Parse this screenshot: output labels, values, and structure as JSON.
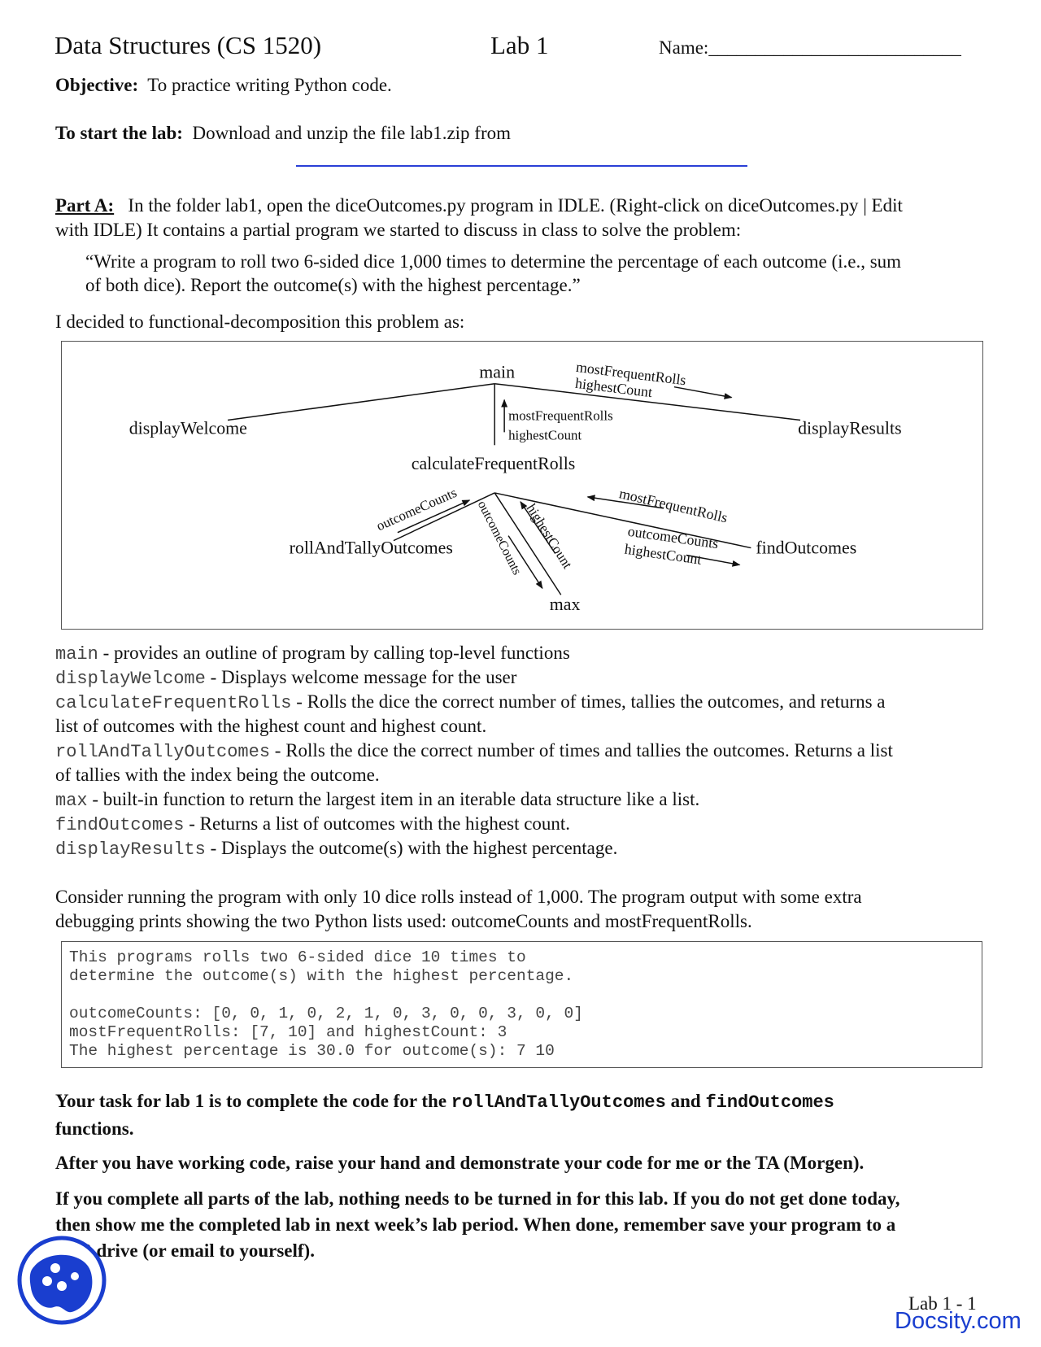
{
  "header": {
    "course": "Data Structures (CS 1520)",
    "lab": "Lab 1",
    "name_label": "Name:",
    "name_blank": "___________________________"
  },
  "objective": {
    "label": "Objective:",
    "text": "To practice writing Python code."
  },
  "start": {
    "label": "To start the lab:",
    "text": "Download and unzip the file lab1.zip from"
  },
  "part_a": {
    "label": "Part A:",
    "line1": "In the folder lab1, open the diceOutcomes.py program in IDLE.   (Right-click on diceOutcomes.py | Edit",
    "line2": "with IDLE)   It contains a partial program we started to discuss in class to solve the problem:",
    "quote1": "“Write a program to roll two 6-sided dice 1,000 times to determine the percentage of each outcome (i.e., sum",
    "quote2": "of both dice).  Report the outcome(s) with the highest percentage.”",
    "decomp": "I decided to functional-decomposition this problem as:"
  },
  "diagram": {
    "main": "main",
    "displayWelcome": "displayWelcome",
    "displayResults": "displayResults",
    "calculateFrequentRolls": "calculateFrequentRolls",
    "rollAndTallyOutcomes": "rollAndTallyOutcomes",
    "findOutcomes": "findOutcomes",
    "max": "max",
    "mfr_top": "mostFrequentRolls",
    "hc_top": "highestCount",
    "mfr_mid": "mostFrequentRolls",
    "hc_mid": "highestCount",
    "oc_left": "outcomeCounts",
    "oc_max": "outcomeCounts",
    "hc_max": "highestCount",
    "mfr_right": "mostFrequentRolls",
    "oc_right": "outcomeCounts",
    "hc_right": "highestCount"
  },
  "descriptions": [
    {
      "code": "main",
      "text": " - provides an outline of program by calling top-level functions"
    },
    {
      "code": "displayWelcome",
      "text": " - Displays welcome message for the user"
    },
    {
      "code": "calculateFrequentRolls",
      "text": " - Rolls the dice the correct number of times, tallies the outcomes, and returns a"
    },
    {
      "code": "",
      "text": "list of outcomes with the highest count and highest count."
    },
    {
      "code": "rollAndTallyOutcomes",
      "text": " - Rolls the dice the correct number of times and tallies the outcomes. Returns a list"
    },
    {
      "code": "",
      "text": "of tallies with the index being the outcome."
    },
    {
      "code": "max",
      "text": " - built-in function to return the largest item in an iterable data structure like a list."
    },
    {
      "code": "findOutcomes",
      "text": " - Returns a list of outcomes with the highest count."
    },
    {
      "code": "displayResults",
      "text": " - Displays the outcome(s) with the highest percentage."
    }
  ],
  "consider": {
    "line1": "Consider running the program with only 10 dice rolls instead of 1,000.  The program output with some extra",
    "line2": "debugging prints showing the two Python lists used:  outcomeCounts and mostFrequentRolls."
  },
  "code_output": "This programs rolls two 6-sided dice 10 times to\ndetermine the outcome(s) with the highest percentage.\n\noutcomeCounts: [0, 0, 1, 0, 2, 1, 0, 3, 0, 0, 3, 0, 0]\nmostFrequentRolls: [7, 10] and highestCount: 3\nThe highest percentage is 30.0 for outcome(s): 7 10",
  "task": {
    "part1": "Your task for lab 1 is to complete the code for the ",
    "fn1": "rollAndTallyOutcomes",
    "and": " and ",
    "fn2": "findOutcomes",
    "part2": "functions."
  },
  "after": "After you have working code, raise your hand and demonstrate your code for me or the TA (Morgen).",
  "complete": {
    "line1": "If you complete all parts of the lab, nothing needs to be turned in for this lab.  If you do not get done today,",
    "line2": "then show me the completed lab in next week’s lab period.  When done, remember save your program to a",
    "line3": "USB drive (or email to yourself)."
  },
  "footer": {
    "page": "Lab 1 - 1",
    "brand": "Docsity.com"
  }
}
